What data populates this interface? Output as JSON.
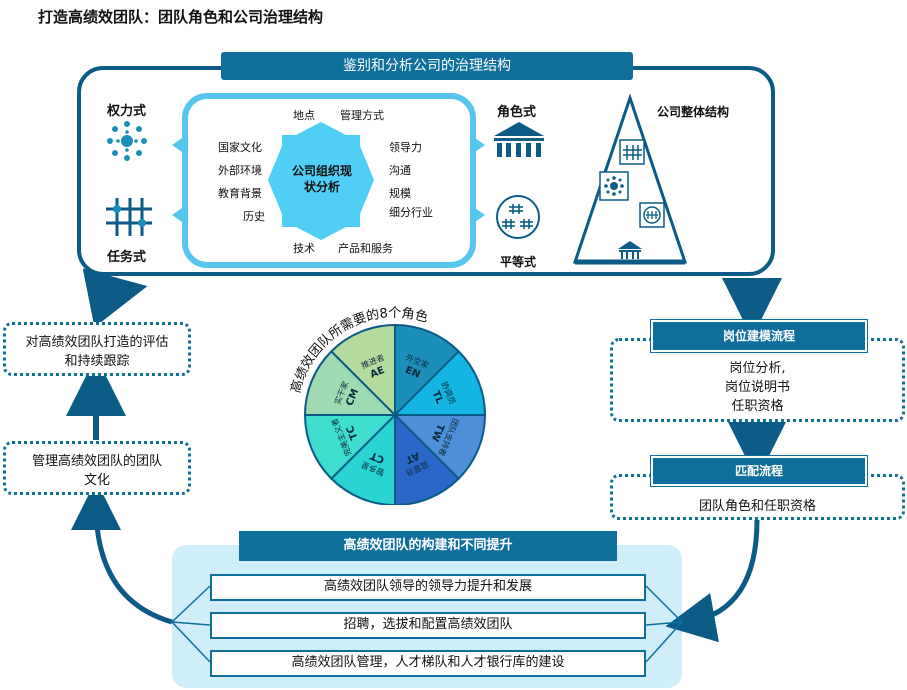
{
  "title": "打造高绩效团队：团队角色和公司治理结构",
  "top_section": {
    "header": "鉴别和分析公司的治理结构",
    "power": "权力式",
    "task": "任务式",
    "role": "角色式",
    "equal": "平等式",
    "center_label": "公司组织现状分析",
    "factors": {
      "location": "地点",
      "management": "管理方式",
      "culture": "国家文化",
      "environment": "外部环境",
      "education": "教育背景",
      "history": "历史",
      "technology": "技术",
      "products": "产品和服务",
      "leadership": "领导力",
      "communication": "沟通",
      "scale": "规模",
      "industry": "细分行业"
    },
    "overall": "公司整体结构"
  },
  "wheel": {
    "caption": "高绩效团队所需要的8个角色",
    "segments": [
      {
        "code": "EN",
        "name": "外交家",
        "color": "#1b8fb8"
      },
      {
        "code": "TL",
        "name": "协调员",
        "color": "#13b6e2"
      },
      {
        "code": "TW",
        "name": "团队支持者",
        "color": "#4f8fd9"
      },
      {
        "code": "AT",
        "name": "监督员",
        "color": "#2a67c9"
      },
      {
        "code": "CT",
        "name": "智多星",
        "color": "#29d3cf"
      },
      {
        "code": "TC",
        "name": "完美主义者",
        "color": "#3fdcd0"
      },
      {
        "code": "CM",
        "name": "实干家",
        "color": "#9fdab2"
      },
      {
        "code": "AE",
        "name": "推进者",
        "color": "#b3db9e"
      }
    ]
  },
  "right_flow": {
    "modeling_header": "岗位建模流程",
    "modeling_items": [
      "岗位分析,",
      "岗位说明书",
      "任职资格"
    ],
    "match_header": "匹配流程",
    "match_item": "团队角色和任职资格"
  },
  "left_flow": {
    "evaluate": "对高绩效团队打造的评估和持续跟踪",
    "culture": "管理高绩效团队的团队文化"
  },
  "bottom_section": {
    "header": "高绩效团队的构建和不同提升",
    "items": [
      "高绩效团队领导的领导力提升和发展",
      "招聘，选拔和配置高绩效团队",
      "高绩效团队管理，人才梯队和人才银行库的建设"
    ]
  },
  "colors": {
    "primary": "#0f6f9c",
    "dark": "#0b5b86",
    "light": "#57c6ee",
    "bottom_bg": "#cfeefa"
  }
}
